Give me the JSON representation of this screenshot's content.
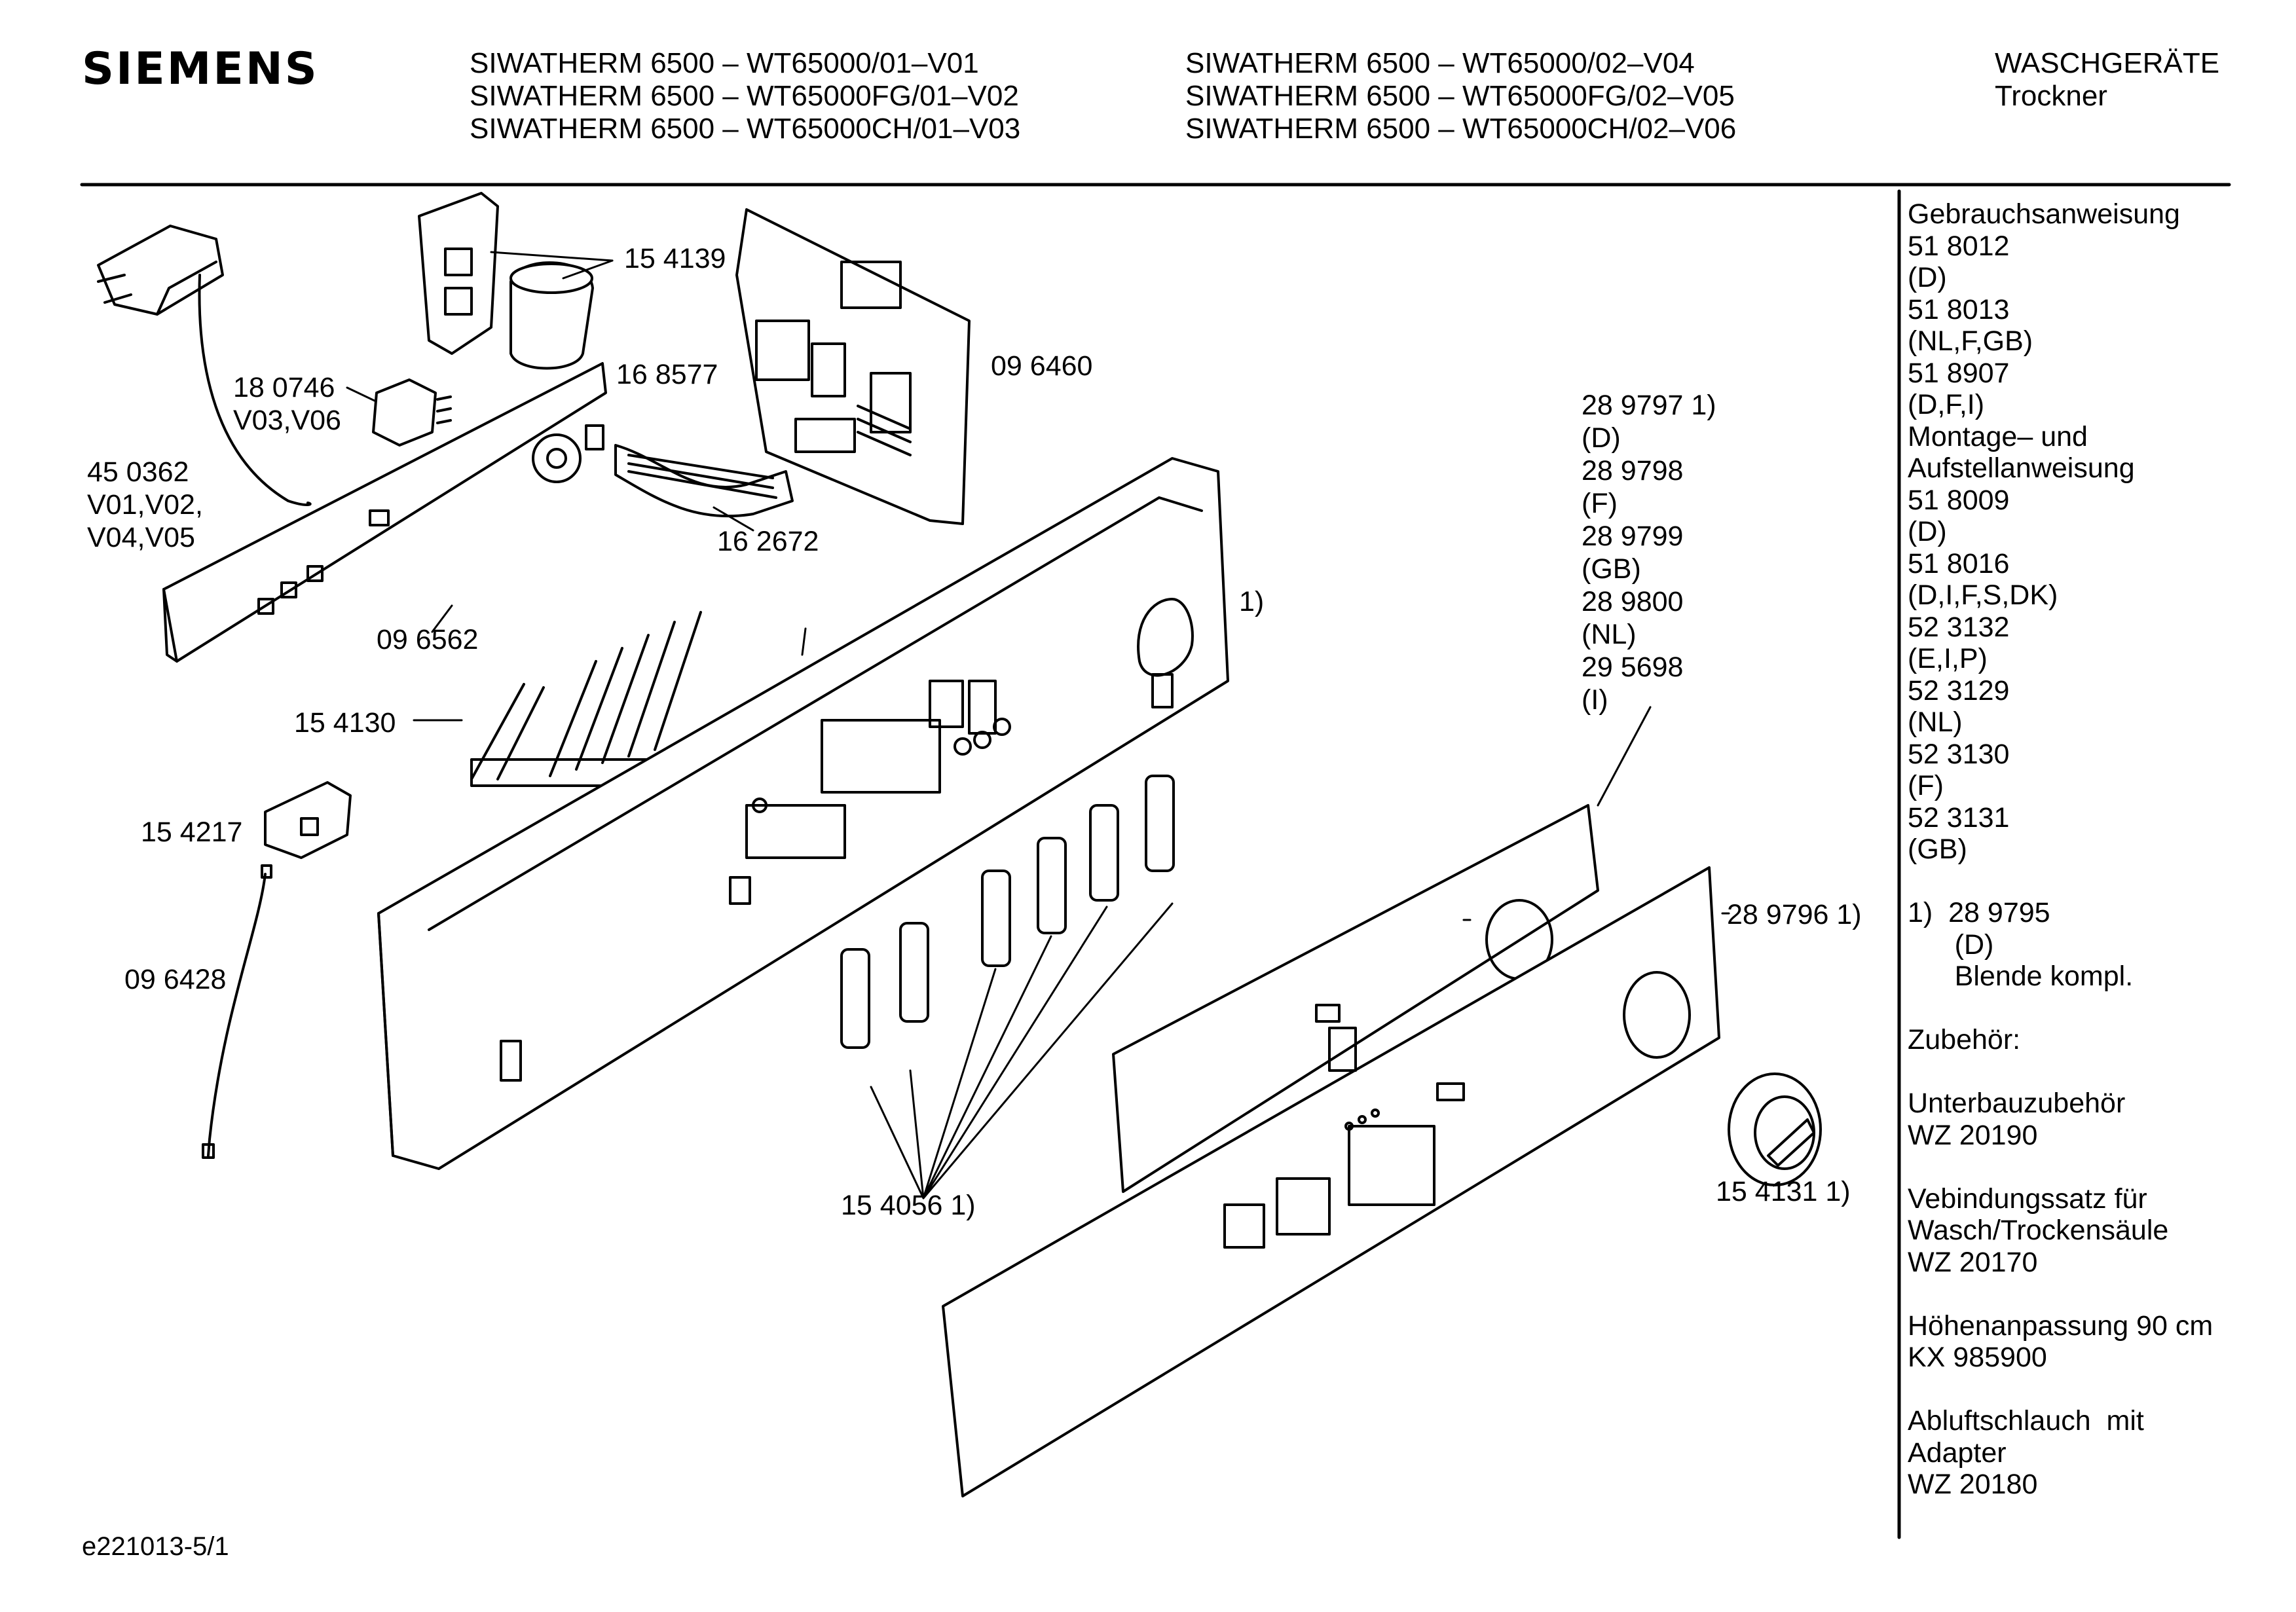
{
  "brand": "SIEMENS",
  "header": {
    "models_left": [
      "SIWATHERM 6500 – WT65000/01–V01",
      "SIWATHERM 6500 – WT65000FG/01–V02",
      "SIWATHERM 6500 – WT65000CH/01–V03"
    ],
    "models_right": [
      "SIWATHERM 6500 – WT65000/02–V04",
      "SIWATHERM 6500 – WT65000FG/02–V05",
      "SIWATHERM 6500 – WT65000CH/02–V06"
    ],
    "category": "WASCHGERÄTE",
    "subcategory": "Trockner"
  },
  "parts": {
    "p154139": "15 4139",
    "p096460": "09 6460",
    "p168577": "16 8577",
    "p180746": [
      "18 0746",
      "V03,V06"
    ],
    "p450362": [
      "45 0362",
      "V01,V02,",
      "V04,V05"
    ],
    "p162672": "16 2672",
    "p096562": "09 6562",
    "p154130": "15 4130",
    "p154217": "15 4217",
    "p096428": "09 6428",
    "ref1": "1)",
    "p289797": [
      "28 9797 1)",
      "(D)",
      "28 9798",
      "(F)",
      "28 9799",
      "(GB)",
      "28 9800",
      "(NL)",
      "29 5698",
      "(I)"
    ],
    "p289796": "28 9796 1)",
    "p154056": "15 4056 1)",
    "p154131": "15 4131 1)"
  },
  "sidebar": {
    "lines": [
      "Gebrauchsanweisung",
      "51 8012",
      "(D)",
      "51 8013",
      "(NL,F,GB)",
      "51 8907",
      "(D,F,I)",
      "Montage– und",
      "Aufstellanweisung",
      "51 8009",
      "(D)",
      "51 8016",
      "(D,I,F,S,DK)",
      "52 3132",
      "(E,I,P)",
      "52 3129",
      "(NL)",
      "52 3130",
      "(F)",
      "52 3131",
      "(GB)",
      "",
      "1)  28 9795",
      "      (D)",
      "      Blende kompl.",
      "",
      "Zubehör:",
      "",
      "Unterbauzubehör",
      "WZ 20190",
      "",
      "Vebindungssatz für",
      "Wasch/Trockensäule",
      "WZ 20170",
      "",
      "Höhenanpassung 90 cm",
      "KX 985900",
      "",
      "Abluftschlauch  mit",
      "Adapter",
      "WZ 20180"
    ]
  },
  "footer": {
    "code": "e221013-5/1"
  }
}
